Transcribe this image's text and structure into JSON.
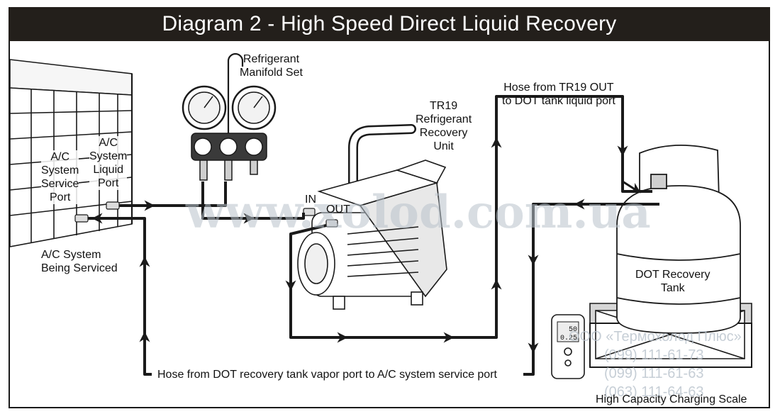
{
  "title": "Diagram 2 - High Speed Direct Liquid Recovery",
  "labels": {
    "manifold": [
      "Refrigerant",
      "Manifold Set"
    ],
    "recovery_unit": [
      "TR19",
      "Refrigerant",
      "Recovery",
      "Unit"
    ],
    "hose_tr19_out": [
      "Hose from TR19 OUT",
      "to DOT tank liquid port"
    ],
    "service_port": [
      "A/C",
      "System",
      "Service",
      "Port"
    ],
    "liquid_port": [
      "A/C",
      "System",
      "Liquid",
      "Port"
    ],
    "ac_system": [
      "A/C System",
      "Being Serviced"
    ],
    "in": "IN",
    "out": "OUT",
    "dot_tank": [
      "DOT Recovery",
      "Tank"
    ],
    "hose_vapor": "Hose from DOT recovery tank vapor port to A/C system service port",
    "scale": "High Capacity Charging Scale"
  },
  "scale_display": {
    "top": "50",
    "bottom": "0.25"
  },
  "watermark": {
    "url": "www.xolod.com.ua",
    "company": "ООО «Термохолод Плюс»",
    "phones": [
      "(099) 111-61-73",
      "(099) 111-61-63",
      "(063) 111-64-63"
    ]
  },
  "colors": {
    "title_bg": "#231f1b",
    "line": "#1a1a1a",
    "watermark": "#b9c3cc"
  }
}
